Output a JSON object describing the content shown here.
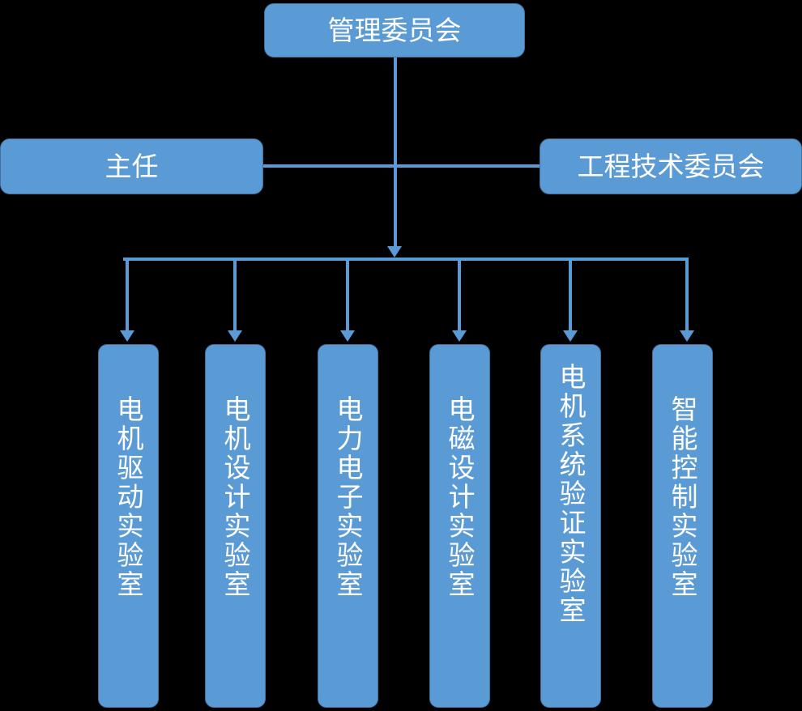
{
  "diagram": {
    "type": "organizational-chart",
    "colors": {
      "node_fill": "#5B9BD5",
      "node_border": "#41719C",
      "node_text": "#FFFFFF",
      "connector": "#5B9BD5",
      "background": "#000000"
    },
    "levels": [
      {
        "level": 1,
        "nodes": [
          {
            "id": "management-committee",
            "label": "管理委员会",
            "orientation": "horizontal"
          }
        ]
      },
      {
        "level": 2,
        "nodes": [
          {
            "id": "director",
            "label": "主任",
            "orientation": "horizontal"
          },
          {
            "id": "engineering-technology-committee",
            "label": "工程技术委员会",
            "orientation": "horizontal"
          }
        ]
      },
      {
        "level": 3,
        "nodes": [
          {
            "id": "motor-drive-lab",
            "label": "电机驱动实验室",
            "orientation": "vertical"
          },
          {
            "id": "motor-design-lab",
            "label": "电机设计实验室",
            "orientation": "vertical"
          },
          {
            "id": "power-electronics-lab",
            "label": "电力电子实验室",
            "orientation": "vertical"
          },
          {
            "id": "electromagnetic-design-lab",
            "label": "电磁设计实验室",
            "orientation": "vertical"
          },
          {
            "id": "motor-system-verification-lab",
            "label": "电机系统验证实验室",
            "orientation": "vertical"
          },
          {
            "id": "intelligent-control-lab",
            "label": "智能控制实验室",
            "orientation": "vertical"
          }
        ]
      }
    ]
  }
}
